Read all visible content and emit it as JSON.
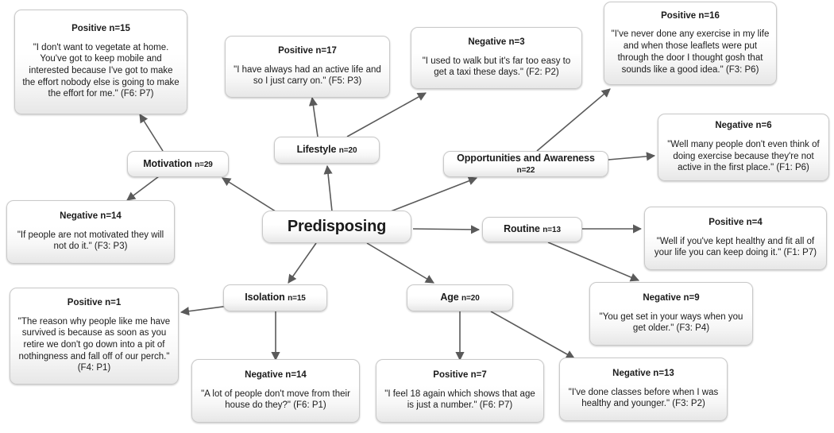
{
  "diagram": {
    "title": "Predisposing",
    "central": {
      "label": "Predisposing"
    },
    "themes": [
      {
        "id": "motivation",
        "name": "Motivation",
        "count": "n=29"
      },
      {
        "id": "lifestyle",
        "name": "Lifestyle",
        "count": "n=20"
      },
      {
        "id": "opportunities",
        "name": "Opportunities and Awareness",
        "count": "n=22"
      },
      {
        "id": "routine",
        "name": "Routine",
        "count": "n=13"
      },
      {
        "id": "isolation",
        "name": "Isolation",
        "count": "n=15"
      },
      {
        "id": "age",
        "name": "Age",
        "count": "n=20"
      }
    ],
    "quotes": [
      {
        "id": "motivation-positive",
        "head": "Positive n=15",
        "body": "\"I don't want to vegetate at home. You've got to keep mobile and interested because I've got to make the effort nobody else is going to make the effort for me.\" (F6: P7)"
      },
      {
        "id": "motivation-negative",
        "head": "Negative n=14",
        "body": "\"If people are not motivated they will not do it.\" (F3: P3)"
      },
      {
        "id": "lifestyle-positive",
        "head": "Positive n=17",
        "body": "\"I have always had an active life and so I just carry on.\" (F5: P3)"
      },
      {
        "id": "lifestyle-negative",
        "head": "Negative n=3",
        "body": "\"I used to walk but it's far too easy to get a taxi these days.\" (F2: P2)"
      },
      {
        "id": "opportunities-positive",
        "head": "Positive n=16",
        "body": "\"I've never done any exercise in my life and when those leaflets were put through the door I thought gosh that sounds like a good idea.\" (F3: P6)"
      },
      {
        "id": "opportunities-negative",
        "head": "Negative n=6",
        "body": "\"Well many people don't even think of doing exercise because they're not active in the first place.\" (F1: P6)"
      },
      {
        "id": "routine-positive",
        "head": "Positive n=4",
        "body": "\"Well if you've kept healthy and fit all of your life you can keep doing it.\" (F1: P7)"
      },
      {
        "id": "routine-negative",
        "head": "Negative n=9",
        "body": "\"You get set in your ways when you get older.\" (F3: P4)"
      },
      {
        "id": "isolation-positive",
        "head": "Positive n=1",
        "body": "\"The reason why people like me have survived is because as soon as you retire we don't go down into a pit of nothingness and fall off of our perch.\" (F4: P1)"
      },
      {
        "id": "isolation-negative",
        "head": "Negative n=14",
        "body": "\"A lot of people don't move from their house do they?\" (F6: P1)"
      },
      {
        "id": "age-positive",
        "head": "Positive n=7",
        "body": "\"I feel 18 again which shows that age is just a number.\" (F6: P7)"
      },
      {
        "id": "age-negative",
        "head": "Negative n=13",
        "body": "\"I've done classes before when I was healthy and younger.\" (F3: P2)"
      }
    ],
    "colors": {
      "edge": "#5a5a5a",
      "node_border": "#c9c9c9",
      "text": "#1b1b1b",
      "background": "#ffffff"
    }
  }
}
